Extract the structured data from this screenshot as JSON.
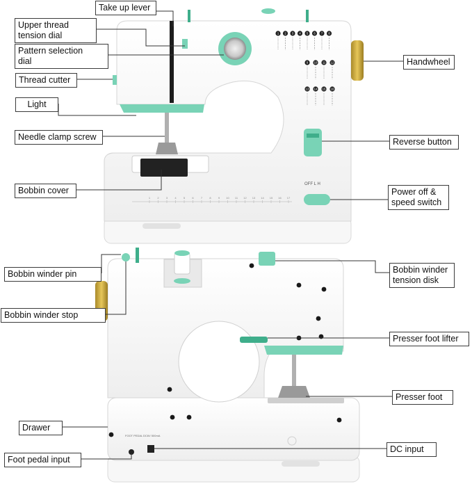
{
  "colors": {
    "mint": "#79d3b6",
    "mint_dark": "#3fae8b",
    "gold": "#d7b13d",
    "body": "#f6f6f6",
    "outline": "#d8d8d8",
    "line": "#333333"
  },
  "front_view": {
    "pattern_numbers": [
      "1",
      "2",
      "3",
      "4",
      "5",
      "6",
      "7",
      "8",
      "9",
      "10",
      "11",
      "12",
      "13",
      "14",
      "15",
      "16"
    ],
    "switch_text": "OFF  L  H",
    "ruler_numbers": [
      "1",
      "2",
      "3",
      "4",
      "5",
      "6",
      "7",
      "8",
      "9",
      "10",
      "11",
      "12",
      "13",
      "14",
      "15",
      "16",
      "17"
    ]
  },
  "back_view": {
    "foot_pedal_text": "FOOT PEDAL",
    "dc_text": "DC6V 500mA"
  },
  "labels": {
    "take_up_lever": "Take up lever",
    "upper_thread_tension_1": "Upper thread",
    "upper_thread_tension_2": "tension dial",
    "pattern_selection_1": "Pattern selection",
    "pattern_selection_2": "dial",
    "thread_cutter": "Thread cutter",
    "light": "Light",
    "needle_clamp_screw": "Needle clamp screw",
    "bobbin_cover": "Bobbin cover",
    "handwheel": "Handwheel",
    "reverse_button": "Reverse button",
    "power_speed_1": "Power off &",
    "power_speed_2": "speed switch",
    "bobbin_winder_pin": "Bobbin winder pin",
    "bobbin_winder_stop": "Bobbin winder stop",
    "bobbin_winder_tension_1": "Bobbin winder",
    "bobbin_winder_tension_2": "tension disk",
    "presser_foot_lifter": "Presser foot lifter",
    "presser_foot": "Presser foot",
    "drawer": "Drawer",
    "foot_pedal_input": "Foot pedal input",
    "dc_input": "DC input"
  }
}
